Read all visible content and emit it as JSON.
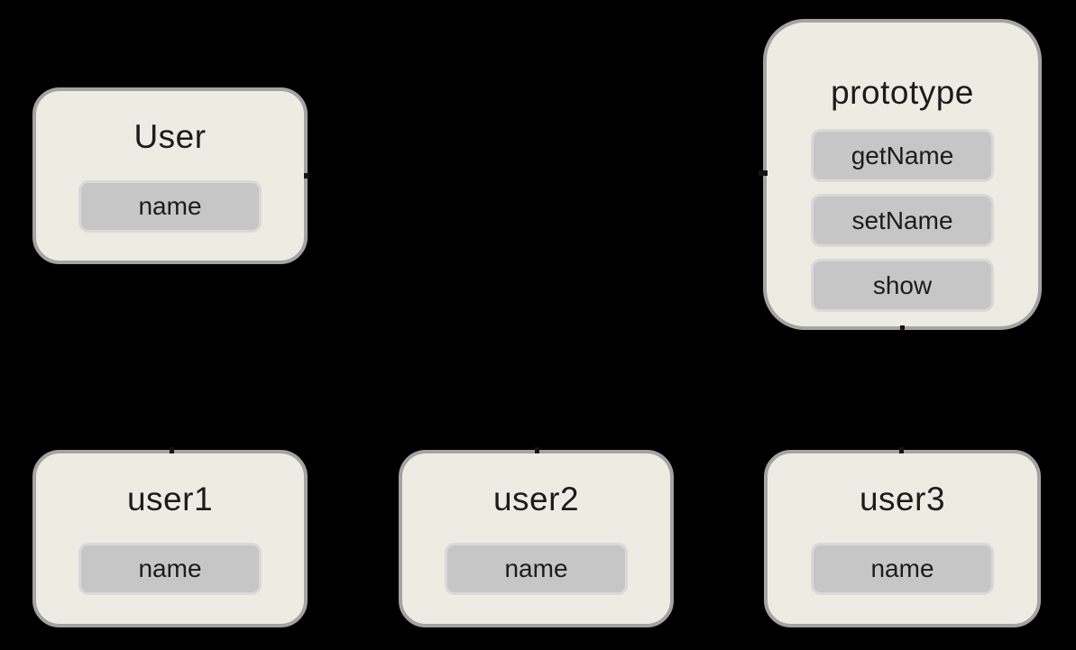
{
  "colors": {
    "background": "#000000",
    "node_fill": "#edece2",
    "node_border": "#a3a3a3",
    "field_fill": "#c6c6c6",
    "field_border": "#d9d9d9",
    "text": "#1c1c1c",
    "stub": "#141414"
  },
  "nodes": [
    {
      "title": "User",
      "fields": [
        "name"
      ]
    },
    {
      "title": "prototype",
      "fields": [
        "getName",
        "setName",
        "show"
      ]
    },
    {
      "title": "user1",
      "fields": [
        "name"
      ]
    },
    {
      "title": "user2",
      "fields": [
        "name"
      ]
    },
    {
      "title": "user3",
      "fields": [
        "name"
      ]
    }
  ]
}
